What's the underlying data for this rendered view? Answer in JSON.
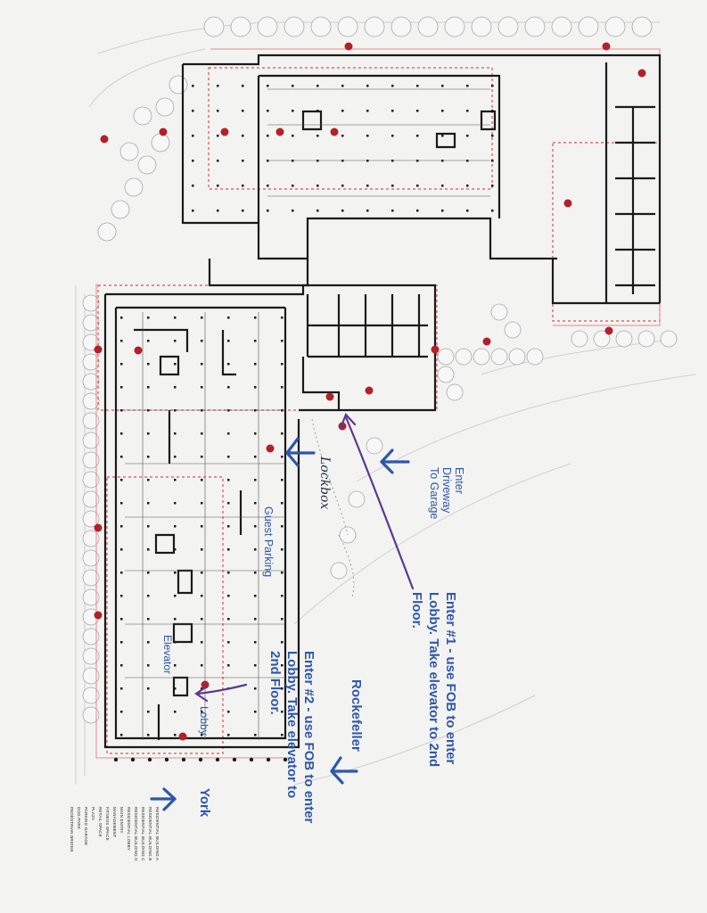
{
  "annotations": {
    "enter_driveway": [
      "Enter",
      "Driveway",
      "To Garage"
    ],
    "guest_parking": "Guest Parking",
    "elevator": "Elevator",
    "lobby": "Lobby",
    "lockbox": "Lockbox",
    "rockefeller": "Rockefeller",
    "york": "York",
    "enter1": [
      "Enter #1 - use FOB to enter",
      "Lobby. Take elevator to 2nd",
      "Floor."
    ],
    "enter2": [
      "Enter #2 - use FOB to enter",
      "Lobby. Take elevator to",
      "2nd Floor."
    ]
  },
  "legend": [
    "RESIDENTIAL BUILDING A",
    "RESIDENTIAL BUILDING B",
    "RESIDENTIAL BUILDING C",
    "RESIDENTIAL BUILDING D",
    "RESIDENTIAL LOBBY",
    "MAIN ENTRY",
    "MANAGEMENT",
    "FITNESS SPACE",
    "RETAIL SPACE",
    "PLAZA",
    "PARKING GARAGE",
    "DOG PARK",
    "PEDESTRIAN BRIDGE"
  ],
  "colors": {
    "annotation_blue": "#2f57a8",
    "arrow_purple": "#5b3a8c",
    "marker_red": "#b3202a",
    "boundary_red": "#d9534f",
    "wall": "#1a1a1a"
  }
}
